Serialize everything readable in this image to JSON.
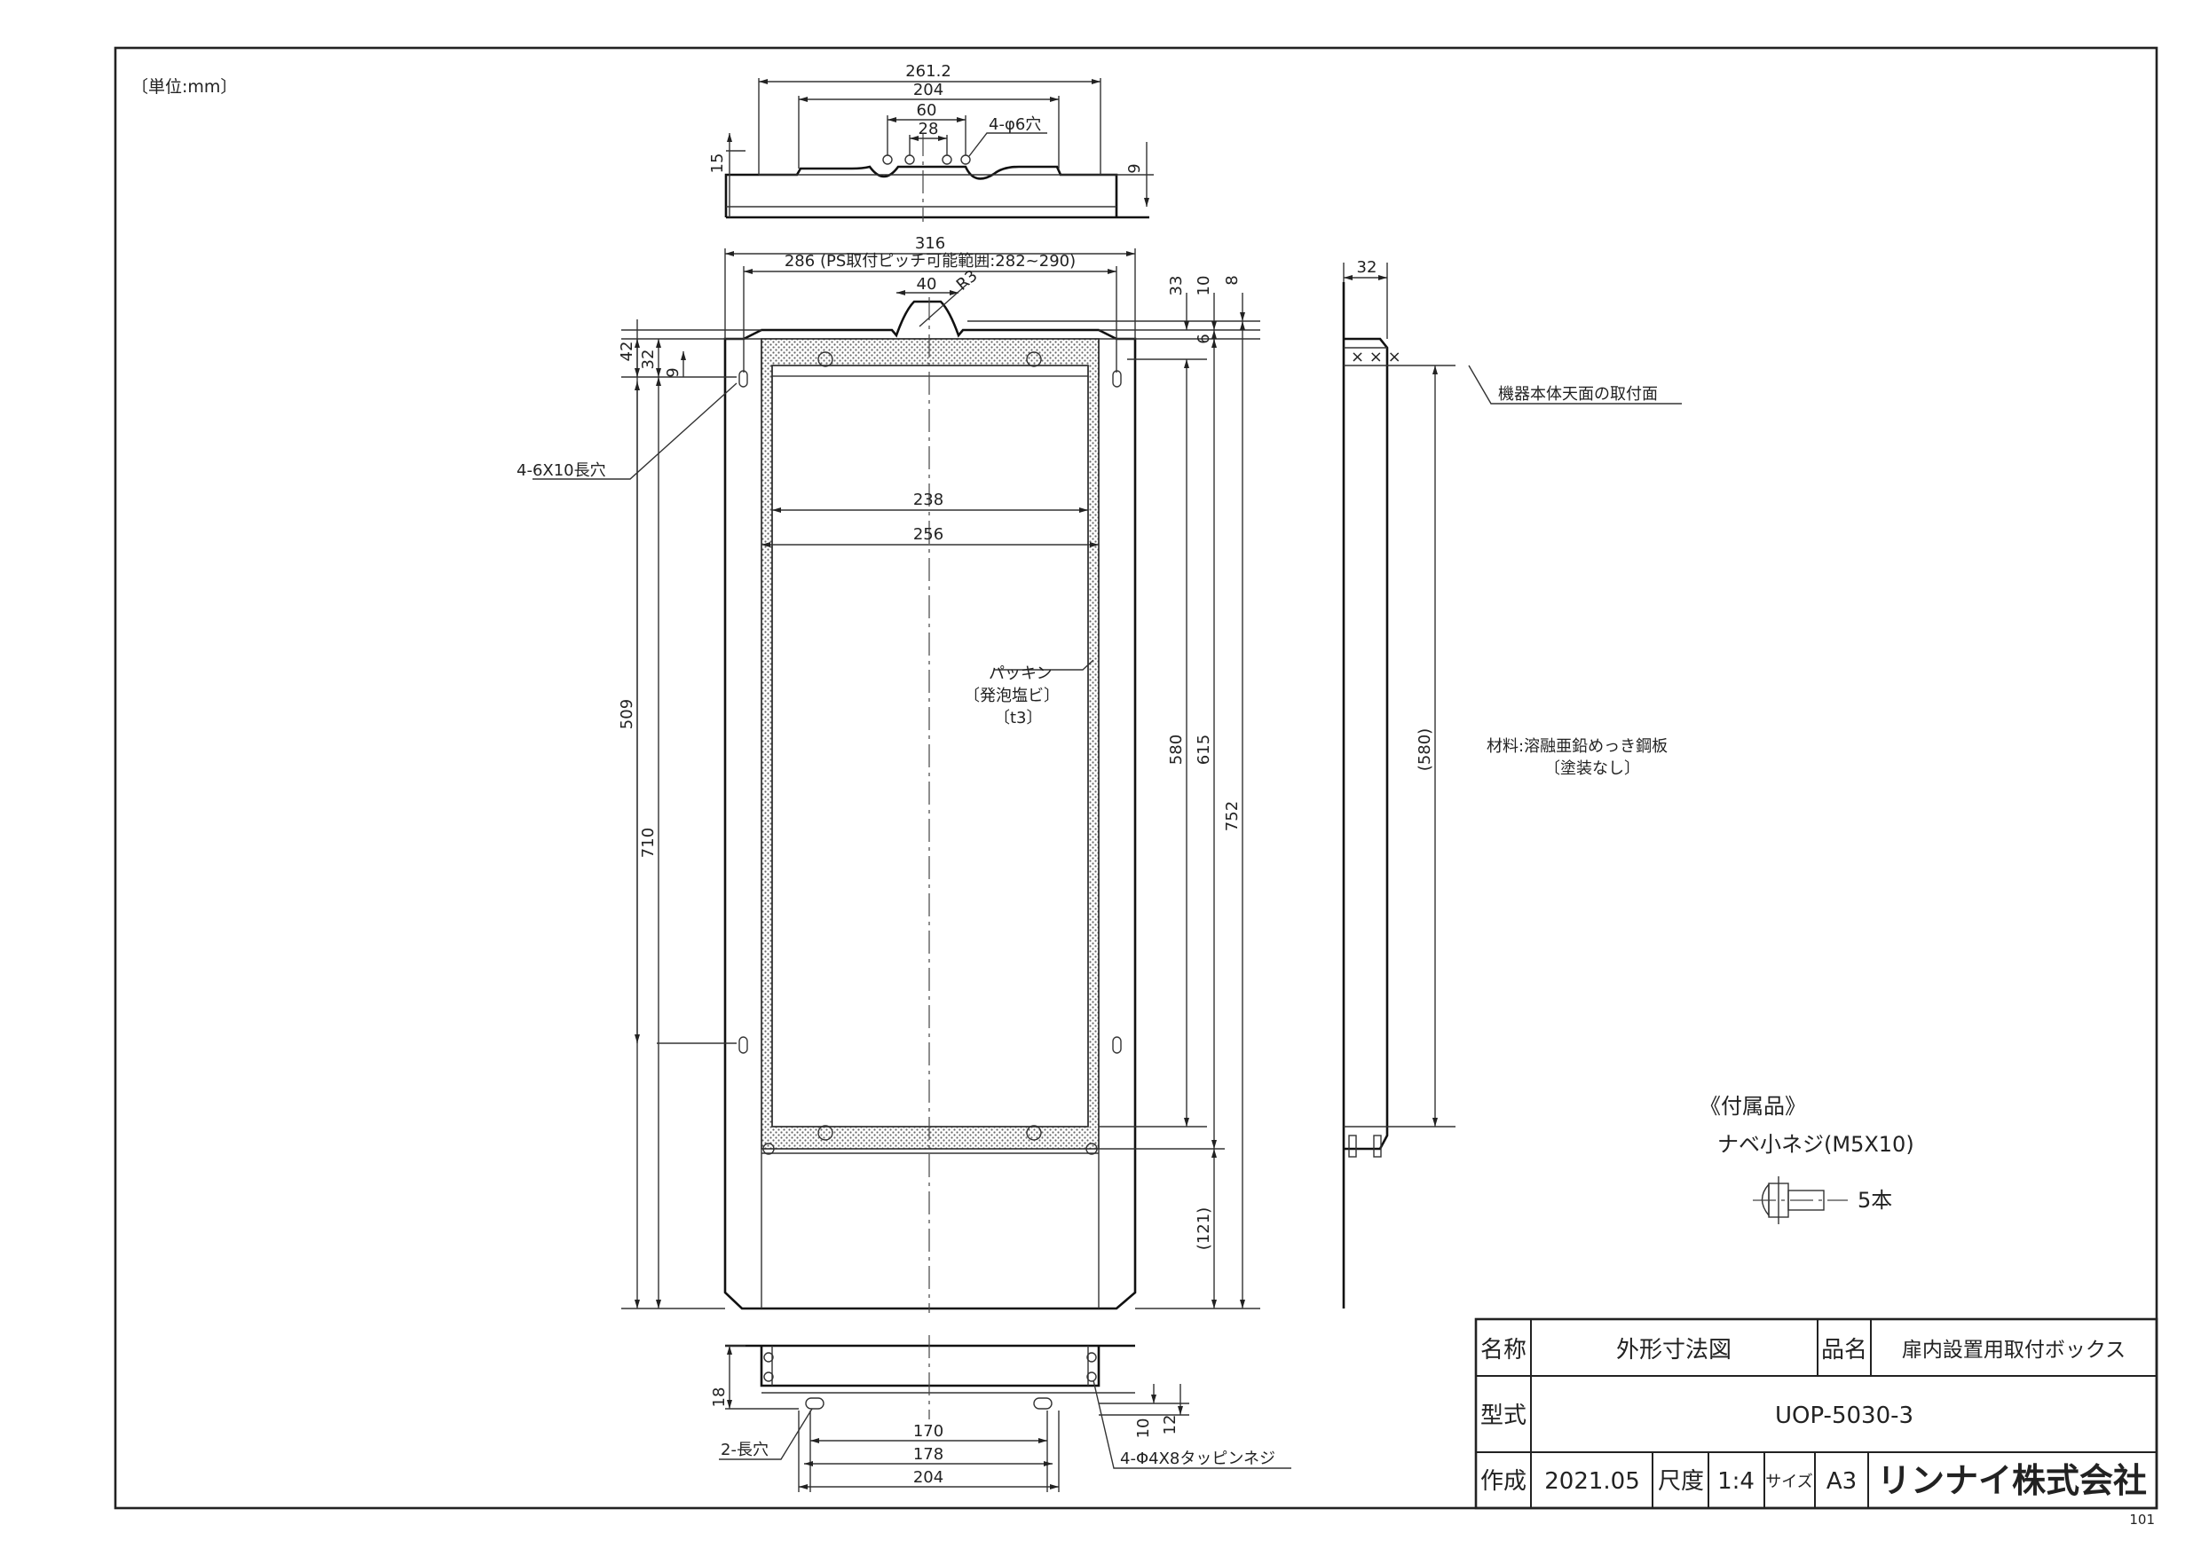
{
  "unit_label": "〔単位:mm〕",
  "top_view": {
    "dims": {
      "w_total": "261.2",
      "w_holes": "204",
      "w_60": "60",
      "w_28": "28",
      "holes": "4-φ6穴",
      "h_15": "15",
      "h_9": "9"
    }
  },
  "front_view": {
    "dims": {
      "w_316": "316",
      "w_286": "286 (PS取付ピッチ可能範囲:282~290)",
      "w_40": "40",
      "r3": "R3",
      "w_238": "238",
      "w_256": "256",
      "h_42": "42",
      "h_32": "32",
      "h_9": "9",
      "h_509": "509",
      "h_710": "710",
      "h_33": "33",
      "h_10": "10",
      "h_8": "8",
      "h_6": "6",
      "h_580": "580",
      "h_615": "615",
      "h_752": "752",
      "h_121": "(121)"
    },
    "slot_label": "4-6X10長穴",
    "packing_label": [
      "パッキン",
      "〔発泡塩ビ〕",
      "〔t3〕"
    ]
  },
  "side_view": {
    "dims": {
      "w_32": "32",
      "h_580": "(580)"
    },
    "mount_label": "機器本体天面の取付面"
  },
  "material": {
    "line1": "材料:溶融亜鉛めっき鋼板",
    "line2": "〔塗装なし〕"
  },
  "bottom_view": {
    "dims": {
      "w_170": "170",
      "w_178": "178",
      "w_204": "204",
      "h_18": "18",
      "h_10": "10",
      "h_12": "12"
    },
    "slot_label": "2-長穴",
    "screw_label": "4-Φ4X8タッピンネジ"
  },
  "accessory": {
    "title": "《付属品》",
    "item": "ナベ小ネジ(M5X10)",
    "qty": "5本"
  },
  "title_block": {
    "name_label": "名称",
    "name_value": "外形寸法図",
    "product_label": "品名",
    "product_value": "扉内設置用取付ボックス",
    "model_label": "型式",
    "model_value": "UOP-5030-3",
    "created_label": "作成",
    "created_value": "2021.05",
    "scale_label": "尺度",
    "scale_value": "1:4",
    "size_label": "サイズ",
    "size_value": "A3",
    "company": "リンナイ株式会社"
  },
  "sheet_code": "101"
}
